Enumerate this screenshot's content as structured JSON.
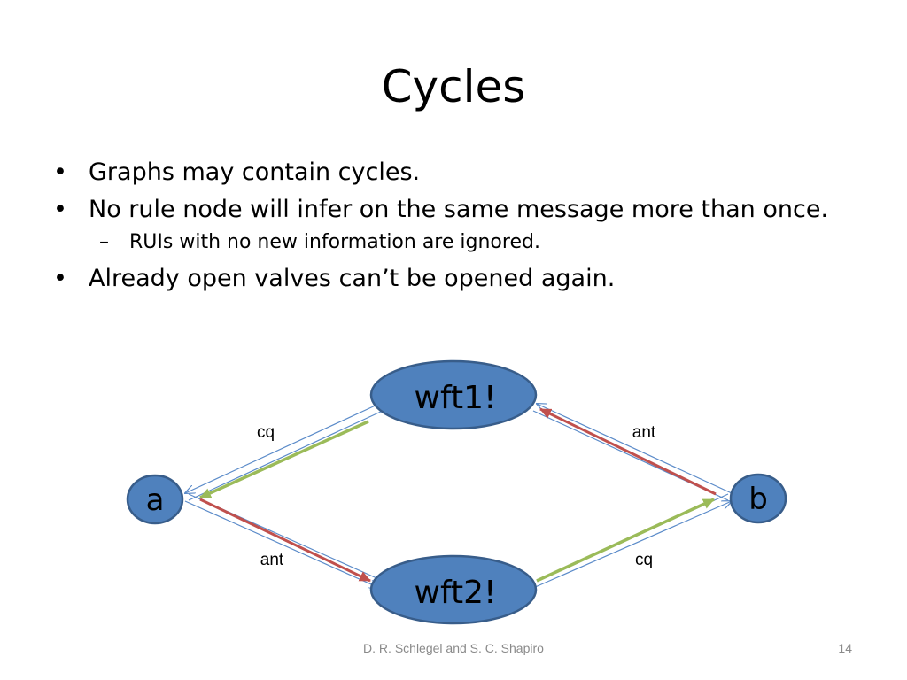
{
  "slide": {
    "title": "Cycles",
    "bullets": [
      "Graphs may contain cycles.",
      "No rule node will infer on the same message more than once."
    ],
    "sub_bullet": "RUIs with no new information are ignored.",
    "bullet_last": "Already open valves can’t be opened again."
  },
  "diagram": {
    "nodes": {
      "wft1": "wft1!",
      "wft2": "wft2!",
      "a": "a",
      "b": "b"
    },
    "edges": {
      "wft1_a": "cq",
      "wft1_b": "ant",
      "a_wft2": "ant",
      "wft2_b": "cq"
    }
  },
  "colors": {
    "node_fill": "#4f81bd",
    "node_stroke": "#385d8a",
    "edge_line": "#5b8bc9",
    "message_green": "#9bbb59",
    "message_red": "#c0504d",
    "footer_text": "#8a8a8a"
  },
  "footer": {
    "text": "D. R. Schlegel and S. C. Shapiro",
    "page": "14"
  }
}
